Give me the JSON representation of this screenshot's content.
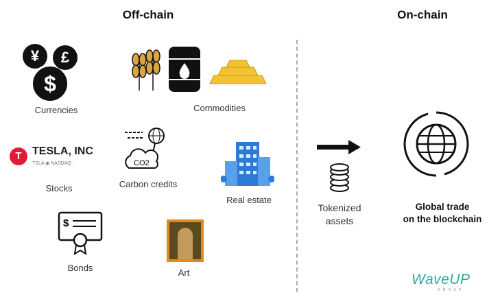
{
  "headers": {
    "off_chain": "Off-chain",
    "on_chain": "On-chain"
  },
  "assets": {
    "currencies": "Currencies",
    "commodities": "Commodities",
    "stocks": "Stocks",
    "carbon_credits": "Carbon credits",
    "real_estate": "Real estate",
    "bonds": "Bonds",
    "art": "Art"
  },
  "tesla": {
    "name": "TESLA, INC",
    "ticker": "TSLA",
    "exchange": "NASDAQ",
    "suffix": "-"
  },
  "carbon_icon_text": "CO2",
  "currency_symbols": [
    "¥",
    "£",
    "$"
  ],
  "tokenized": {
    "line1": "Tokenized",
    "line2": "assets"
  },
  "global": {
    "line1": "Global trade",
    "line2": "on the blockchain"
  },
  "logo": {
    "name": "WaveUP",
    "sub": "GROUP"
  },
  "colors": {
    "brand": "#2aa8a0",
    "tesla": "#e31937",
    "gold": "#f2c230"
  }
}
